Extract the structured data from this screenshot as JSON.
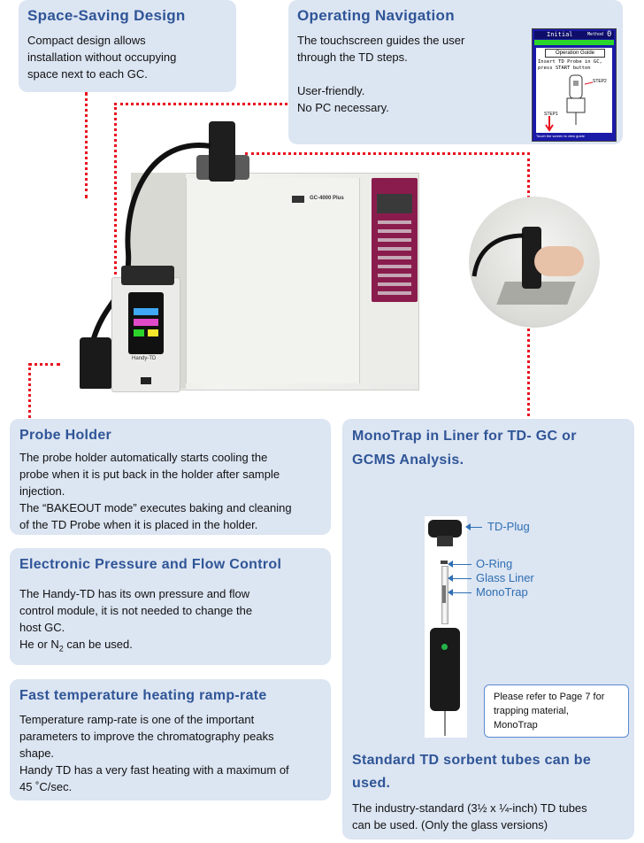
{
  "space_saving": {
    "title": "Space-Saving Design",
    "lines": [
      "Compact design allows",
      "installation without occupying",
      "space next to each GC."
    ]
  },
  "operating_navigation": {
    "title": "Operating Navigation",
    "lines": [
      "The touchscreen guides the user",
      "through the TD steps."
    ],
    "lines2": [
      "User-friendly.",
      "No PC necessary."
    ],
    "screen": {
      "header_left": "Initial",
      "header_right": "Method",
      "header_num": "0",
      "guide_title": "Operation Guide",
      "guide_line1": "Insert TD Probe in GC,",
      "guide_line2": "press START button",
      "step2": "STEP2",
      "step1": "STEP1",
      "footer": "Touch the screen to view guide"
    }
  },
  "gc_instrument": {
    "brand_label": "GC-4000 Plus",
    "handy_label": "Handy-TD"
  },
  "probe_holder": {
    "title": "Probe Holder",
    "lines": [
      "The probe holder automatically starts cooling the",
      "probe when it is put back in the holder after sample",
      "injection.",
      "The “BAKEOUT mode” executes baking and cleaning",
      "of the TD Probe when it is placed in the holder."
    ]
  },
  "pressure_flow": {
    "title": "Electronic Pressure and Flow Control",
    "lines": [
      "The Handy-TD has its own pressure and flow",
      "control module, it is not needed to change the",
      "host GC."
    ],
    "gas_prefix": "He or N",
    "gas_sub": "2",
    "gas_suffix": " can be used."
  },
  "fast_temp": {
    "title": "Fast temperature heating ramp-rate",
    "lines": [
      "Temperature ramp-rate is one of the important",
      "parameters to improve the chromatography peaks",
      "shape.",
      "Handy TD has a very fast heating with a maximum of",
      "45 ˚C/sec."
    ]
  },
  "monotrap": {
    "title_line1": "MonoTrap  in Liner for TD- GC or",
    "title_line2": "GCMS  Analysis.",
    "labels": {
      "td_plug": "TD-Plug",
      "o_ring": "O-Ring",
      "glass_liner": "Glass Liner",
      "monotrap": "MonoTrap"
    },
    "note_lines": [
      "Please refer to Page 7 for",
      "trapping material,",
      "MonoTrap"
    ],
    "std_title_line1": "Standard TD sorbent tubes can be",
    "std_title_line2": "used.",
    "std_lines": [
      "The industry-standard (3½ x ¼-inch) TD tubes",
      "can be used. (Only the glass versions)"
    ]
  },
  "colors": {
    "panel": "#dce5f2",
    "title": "#2f5597",
    "accent_red": "#e8131f",
    "label_blue": "#2f6fb3"
  }
}
